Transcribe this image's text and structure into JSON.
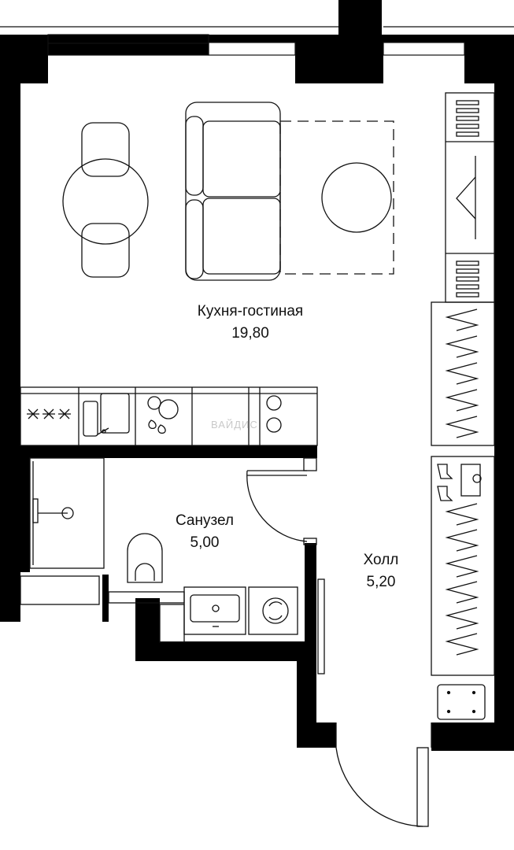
{
  "rooms": {
    "living": {
      "name": "Кухня-гостиная",
      "area": "19,80"
    },
    "bathroom": {
      "name": "Санузел",
      "area": "5,00"
    },
    "hall": {
      "name": "Холл",
      "area": "5,20"
    }
  },
  "watermark": "ВАЙДИС",
  "colors": {
    "wall": "#000000",
    "line": "#111111",
    "background": "#ffffff"
  },
  "icons": [
    "cooktop-burners-icon",
    "sink-icon",
    "washing-machine-icon",
    "toilet-icon",
    "shower-drain-icon",
    "hanger-icon",
    "boots-icon"
  ]
}
